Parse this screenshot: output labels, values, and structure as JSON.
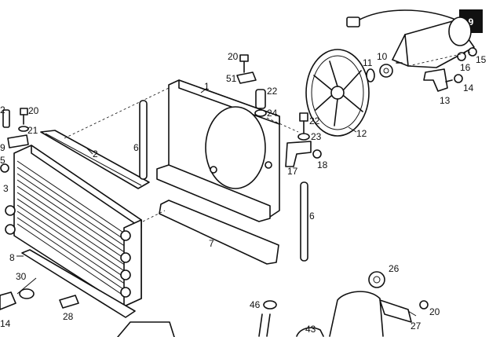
{
  "page_number": "9",
  "callouts": [
    {
      "id": "c1",
      "text": "1"
    },
    {
      "id": "c2",
      "text": "2"
    },
    {
      "id": "c3",
      "text": "3"
    },
    {
      "id": "c5",
      "text": "5"
    },
    {
      "id": "c6a",
      "text": "6"
    },
    {
      "id": "c6b",
      "text": "6"
    },
    {
      "id": "c7",
      "text": "7"
    },
    {
      "id": "c8",
      "text": "8"
    },
    {
      "id": "c9",
      "text": "9"
    },
    {
      "id": "c10",
      "text": "10"
    },
    {
      "id": "c11",
      "text": "11"
    },
    {
      "id": "c12",
      "text": "12"
    },
    {
      "id": "c13",
      "text": "13"
    },
    {
      "id": "c14a",
      "text": "14"
    },
    {
      "id": "c14b",
      "text": "14"
    },
    {
      "id": "c15",
      "text": "15"
    },
    {
      "id": "c16",
      "text": "16"
    },
    {
      "id": "c17",
      "text": "17"
    },
    {
      "id": "c18",
      "text": "18"
    },
    {
      "id": "c20a",
      "text": "20"
    },
    {
      "id": "c20b",
      "text": "20"
    },
    {
      "id": "c20c",
      "text": "20"
    },
    {
      "id": "c21",
      "text": "21"
    },
    {
      "id": "c22a",
      "text": "22"
    },
    {
      "id": "c22b",
      "text": "22"
    },
    {
      "id": "c22c",
      "text": "2"
    },
    {
      "id": "c23",
      "text": "23"
    },
    {
      "id": "c24",
      "text": "24"
    },
    {
      "id": "c26",
      "text": "26"
    },
    {
      "id": "c27",
      "text": "27"
    },
    {
      "id": "c28",
      "text": "28"
    },
    {
      "id": "c30",
      "text": "30"
    },
    {
      "id": "c43",
      "text": "43"
    },
    {
      "id": "c46",
      "text": "46"
    },
    {
      "id": "c51",
      "text": "51"
    }
  ]
}
